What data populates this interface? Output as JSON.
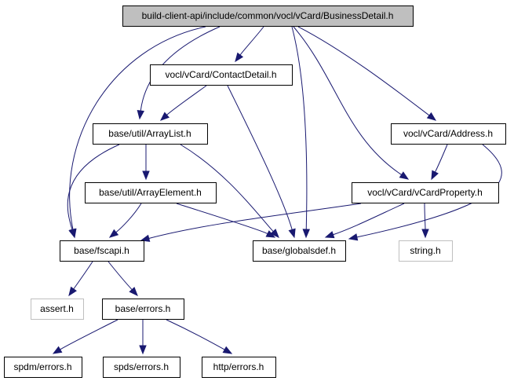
{
  "graph": {
    "nodes": [
      {
        "id": "root",
        "label": "build-client-api/include/common/vocl/vCard/BusinessDetail.h",
        "kind": "root"
      },
      {
        "id": "contactdetail",
        "label": "vocl/vCard/ContactDetail.h",
        "kind": "normal"
      },
      {
        "id": "arraylist",
        "label": "base/util/ArrayList.h",
        "kind": "normal"
      },
      {
        "id": "address",
        "label": "vocl/vCard/Address.h",
        "kind": "normal"
      },
      {
        "id": "arrayelement",
        "label": "base/util/ArrayElement.h",
        "kind": "normal"
      },
      {
        "id": "vcardproperty",
        "label": "vocl/vCard/vCardProperty.h",
        "kind": "normal"
      },
      {
        "id": "fscapi",
        "label": "base/fscapi.h",
        "kind": "normal"
      },
      {
        "id": "globalsdef",
        "label": "base/globalsdef.h",
        "kind": "normal"
      },
      {
        "id": "string",
        "label": "string.h",
        "kind": "external"
      },
      {
        "id": "assert",
        "label": "assert.h",
        "kind": "external"
      },
      {
        "id": "errors",
        "label": "base/errors.h",
        "kind": "normal"
      },
      {
        "id": "spdm",
        "label": "spdm/errors.h",
        "kind": "normal"
      },
      {
        "id": "spds",
        "label": "spds/errors.h",
        "kind": "normal"
      },
      {
        "id": "http",
        "label": "http/errors.h",
        "kind": "normal"
      }
    ],
    "edges": [
      {
        "from": "root",
        "to": "contactdetail"
      },
      {
        "from": "root",
        "to": "arraylist"
      },
      {
        "from": "root",
        "to": "fscapi"
      },
      {
        "from": "root",
        "to": "globalsdef"
      },
      {
        "from": "root",
        "to": "address"
      },
      {
        "from": "root",
        "to": "vcardproperty"
      },
      {
        "from": "contactdetail",
        "to": "arraylist"
      },
      {
        "from": "contactdetail",
        "to": "globalsdef"
      },
      {
        "from": "arraylist",
        "to": "arrayelement"
      },
      {
        "from": "arraylist",
        "to": "fscapi"
      },
      {
        "from": "arraylist",
        "to": "globalsdef"
      },
      {
        "from": "address",
        "to": "vcardproperty"
      },
      {
        "from": "address",
        "to": "globalsdef"
      },
      {
        "from": "arrayelement",
        "to": "fscapi"
      },
      {
        "from": "arrayelement",
        "to": "globalsdef"
      },
      {
        "from": "vcardproperty",
        "to": "fscapi"
      },
      {
        "from": "vcardproperty",
        "to": "globalsdef"
      },
      {
        "from": "vcardproperty",
        "to": "string"
      },
      {
        "from": "fscapi",
        "to": "assert"
      },
      {
        "from": "fscapi",
        "to": "errors"
      },
      {
        "from": "errors",
        "to": "spdm"
      },
      {
        "from": "errors",
        "to": "spds"
      },
      {
        "from": "errors",
        "to": "http"
      }
    ]
  },
  "colors": {
    "root_fill": "#bfbfbf",
    "edge": "#191970",
    "external_border": "#bfbfbf"
  }
}
